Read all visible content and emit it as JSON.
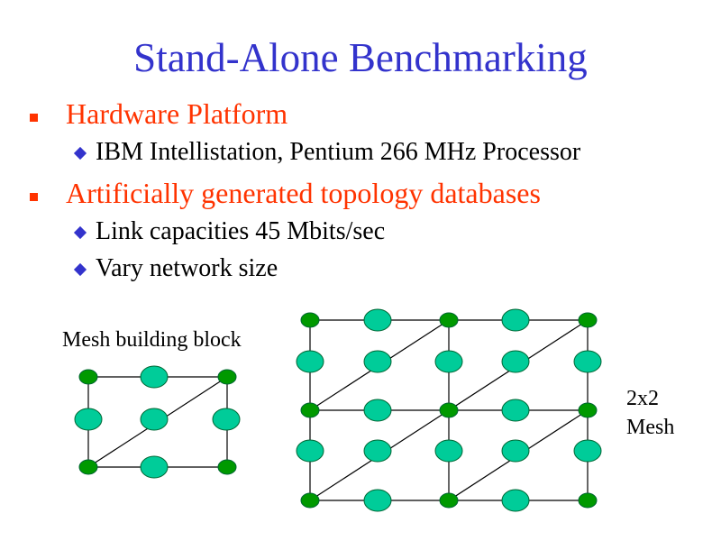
{
  "slide": {
    "title": "Stand-Alone Benchmarking",
    "bullets": [
      {
        "text": "Hardware Platform",
        "sub": [
          "IBM Intellistation, Pentium 266 MHz Processor"
        ]
      },
      {
        "text": "Artificially generated topology databases",
        "sub": [
          "Link capacities 45 Mbits/sec",
          "Vary network size"
        ]
      }
    ]
  },
  "figures": {
    "block_label": "Mesh building block",
    "mesh_label_line1": "2x2",
    "mesh_label_line2": "Mesh"
  },
  "colors": {
    "title": "#3333cc",
    "level1_text": "#ff3300",
    "level1_marker": "#ff3300",
    "level2_marker": "#3333cc",
    "router_node_fill": "#009900",
    "host_node_fill": "#00cc99",
    "node_stroke": "#006633",
    "link": "#000000"
  },
  "icons": {
    "level1_marker": "square-bullet-icon",
    "level2_marker": "diamond-bullet-icon"
  }
}
